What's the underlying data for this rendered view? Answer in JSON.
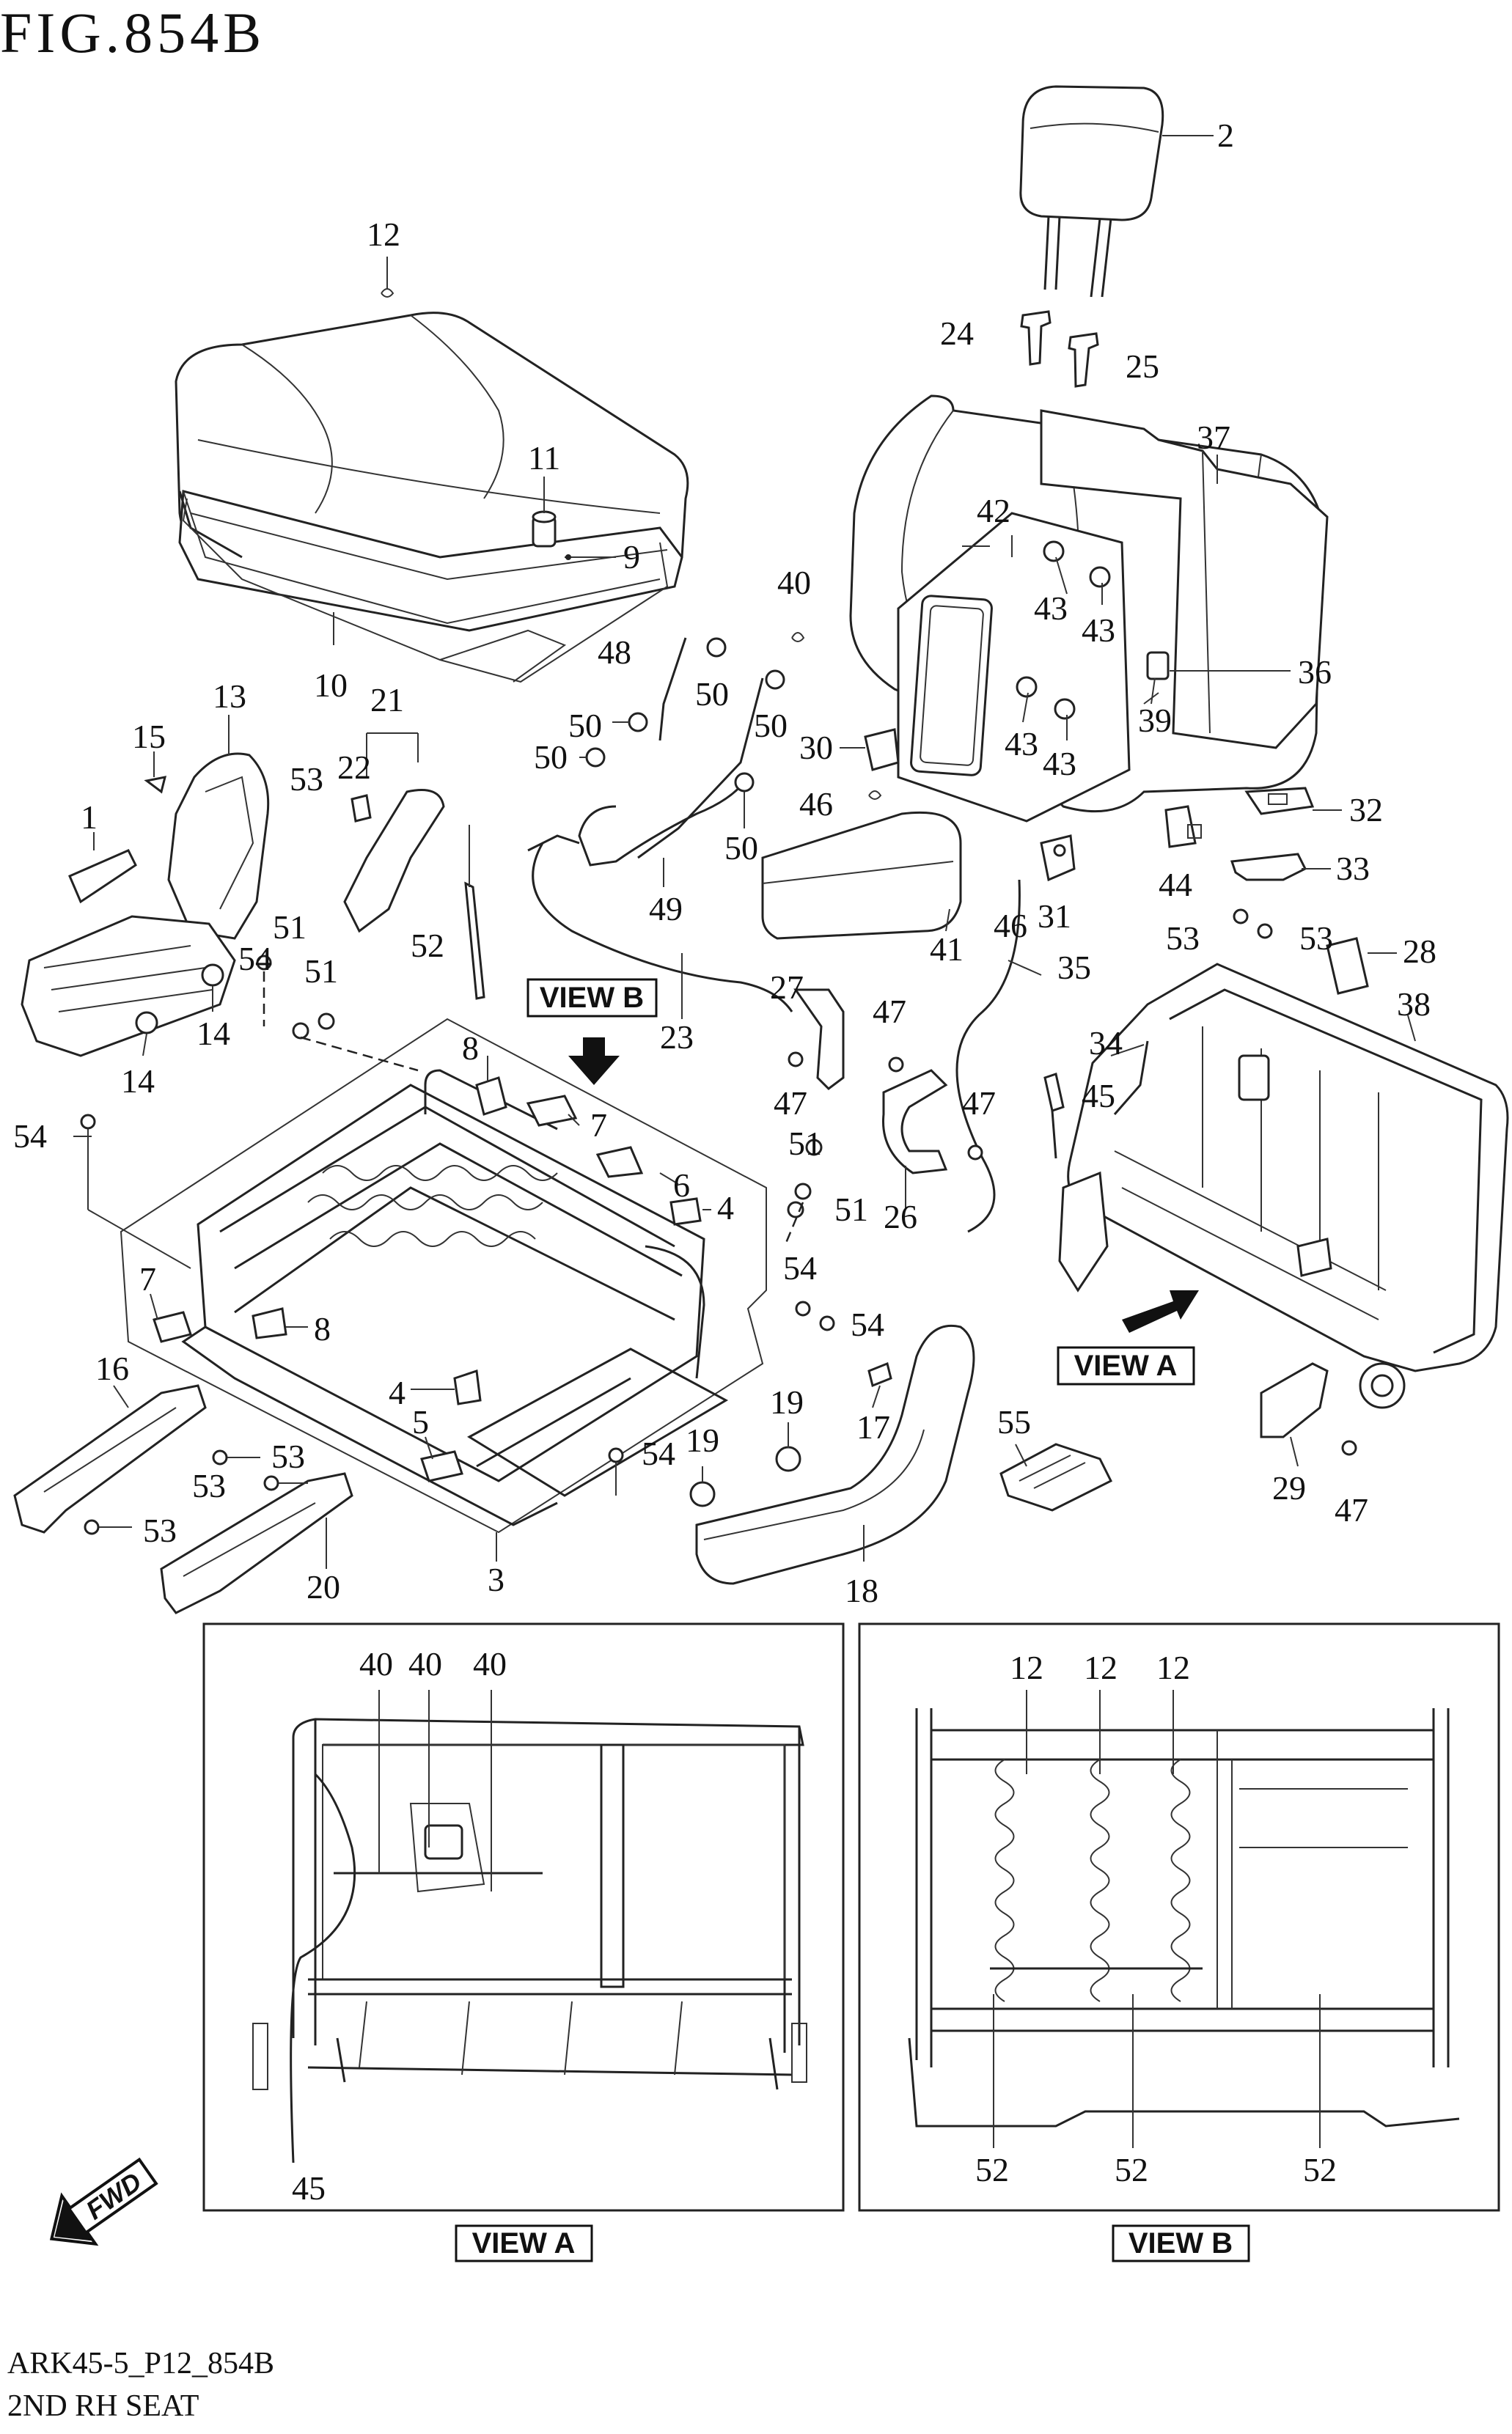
{
  "figure_title": "FIG.854B",
  "footer": {
    "code": "ARK45-5_P12_854B",
    "name": "2ND RH SEAT"
  },
  "view_labels": {
    "view_a": "VIEW A",
    "view_b": "VIEW B",
    "fwd": "FWD"
  },
  "callouts": {
    "c1": "1",
    "c2": "2",
    "c3": "3",
    "c4a": "4",
    "c4b": "4",
    "c5": "5",
    "c6": "6",
    "c7a": "7",
    "c7b": "7",
    "c8a": "8",
    "c8b": "8",
    "c9": "9",
    "c10": "10",
    "c11": "11",
    "c12": "12",
    "c13": "13",
    "c14a": "14",
    "c14b": "14",
    "c15": "15",
    "c16": "16",
    "c17": "17",
    "c18": "18",
    "c19a": "19",
    "c19b": "19",
    "c20": "20",
    "c21": "21",
    "c22": "22",
    "c23": "23",
    "c24": "24",
    "c25": "25",
    "c26": "26",
    "c27": "27",
    "c28": "28",
    "c29": "29",
    "c30": "30",
    "c31": "31",
    "c32": "32",
    "c33": "33",
    "c34": "34",
    "c35": "35",
    "c36": "36",
    "c37": "37",
    "c38": "38",
    "c39": "39",
    "c40": "40",
    "c41": "41",
    "c42": "42",
    "c43a": "43",
    "c43b": "43",
    "c43c": "43",
    "c43d": "43",
    "c44": "44",
    "c45": "45",
    "c46a": "46",
    "c46b": "46",
    "c47a": "47",
    "c47b": "47",
    "c47c": "47",
    "c47d": "47",
    "c48": "48",
    "c49": "49",
    "c50a": "50",
    "c50b": "50",
    "c50c": "50",
    "c50d": "50",
    "c50e": "50",
    "c51a": "51",
    "c51b": "51",
    "c51c": "51",
    "c51d": "51",
    "c52": "52",
    "c53a": "53",
    "c53b": "53",
    "c53c": "53",
    "c53d": "53",
    "c53e": "53",
    "c53f": "53",
    "c54a": "54",
    "c54b": "54",
    "c54c": "54",
    "c54d": "54",
    "c54e": "54",
    "c55": "55",
    "va40a": "40",
    "va40b": "40",
    "va40c": "40",
    "va45": "45",
    "vb12a": "12",
    "vb12b": "12",
    "vb12c": "12",
    "vb52a": "52",
    "vb52b": "52",
    "vb52c": "52"
  }
}
